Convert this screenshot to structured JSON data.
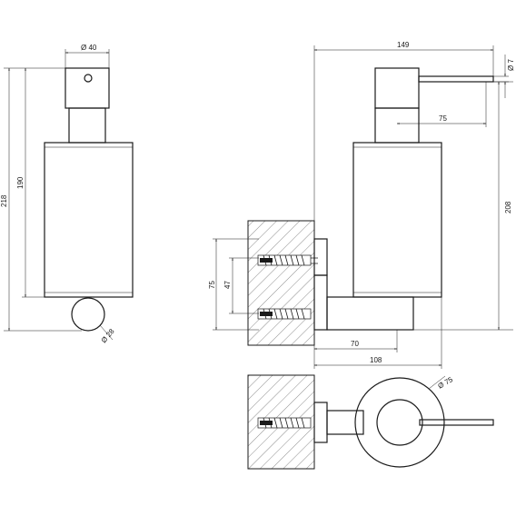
{
  "drawing": {
    "dimensions": {
      "front_width": "Ø 40",
      "front_height_total": "218",
      "front_height_body": "190",
      "front_knob": "Ø 28",
      "side_total_depth": "149",
      "side_spout": "Ø 7",
      "side_spout_offset": "75",
      "side_height": "208",
      "side_screw_span": "75",
      "side_screw_inner": "47",
      "side_arm": "70",
      "side_projection": "108",
      "top_rosette": "Ø 75"
    }
  }
}
